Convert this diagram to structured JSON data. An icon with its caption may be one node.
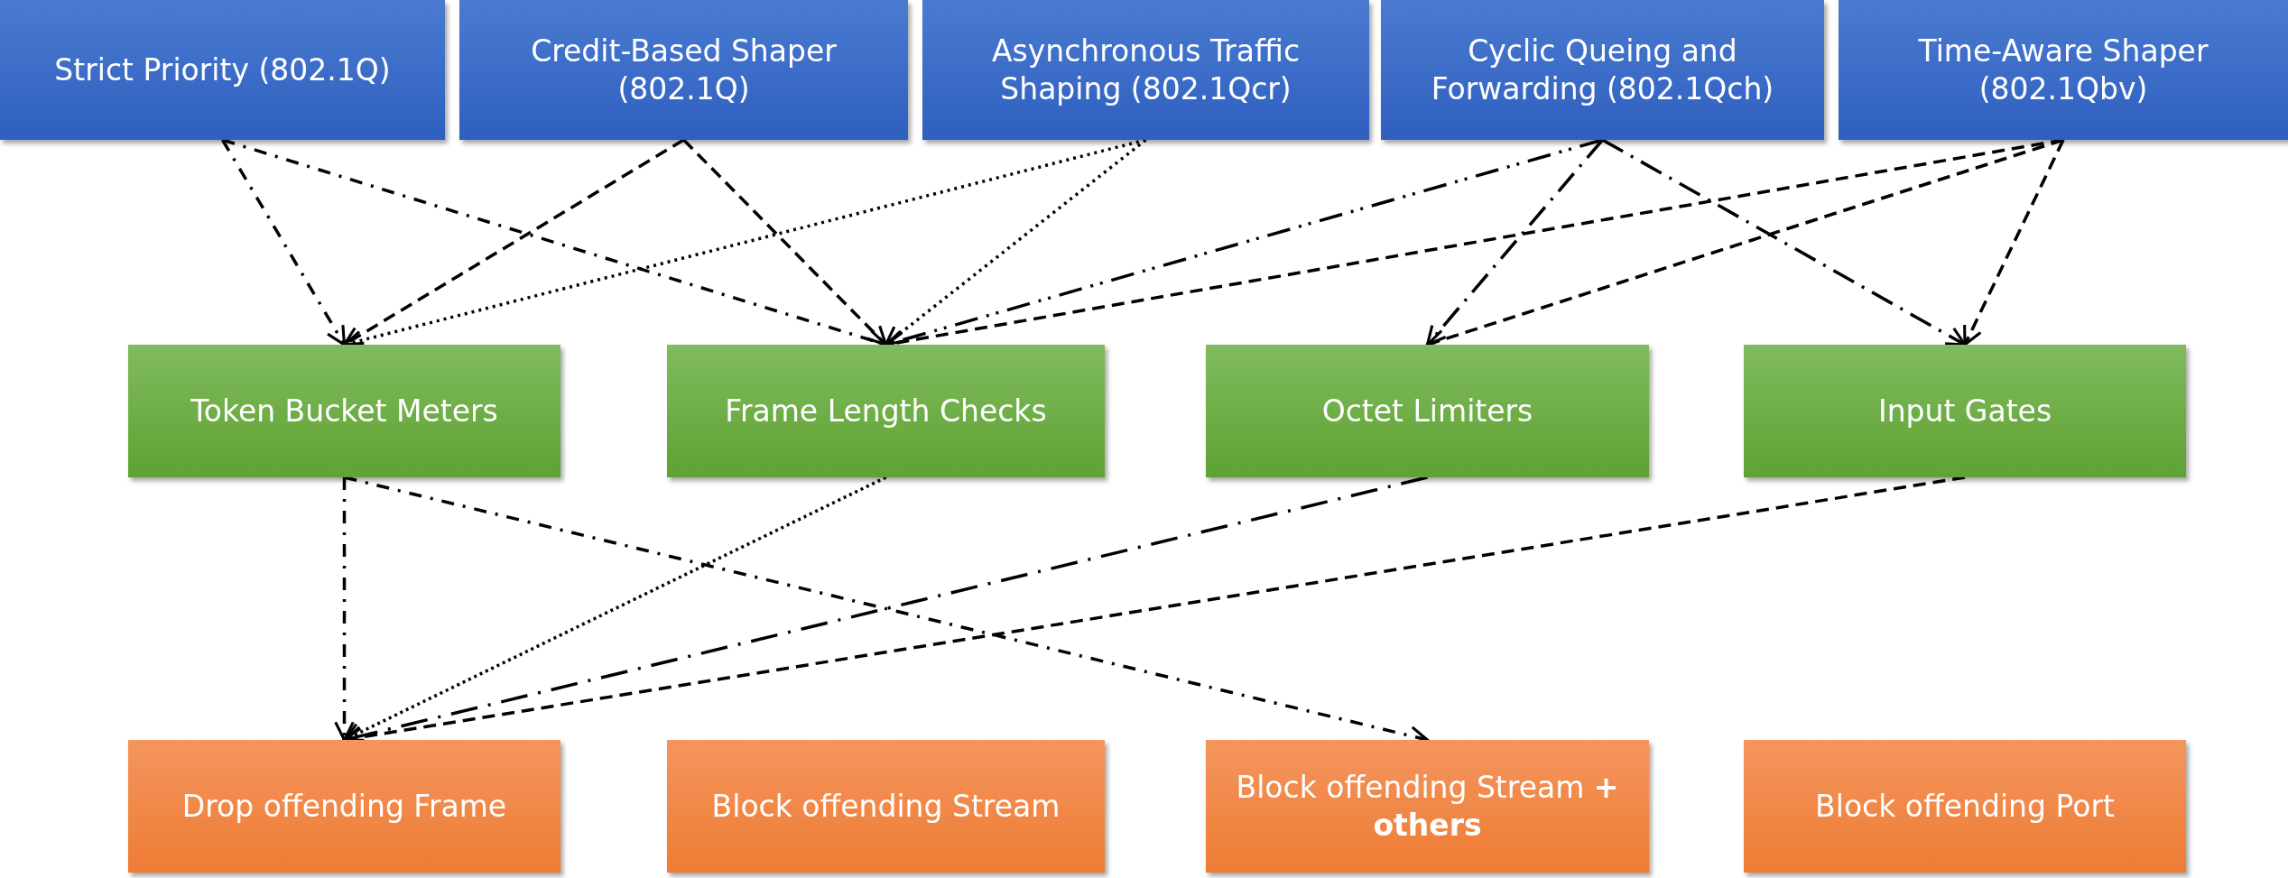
{
  "diagram": {
    "nodes": [
      {
        "text": [
          "Strict Priority (802.1Q)"
        ]
      },
      {
        "text": [
          "Credit-Based Shaper (802.1Q)"
        ]
      },
      {
        "text": [
          "Asynchronous Traffic Shaping (802.1Qcr)"
        ]
      },
      {
        "text": [
          "Cyclic Queing and Forwarding (802.1Qch)"
        ]
      },
      {
        "text": [
          "Time-Aware Shaper (802.1Qbv)"
        ]
      },
      {
        "text": [
          "Token Bucket Meters"
        ]
      },
      {
        "text": [
          "Frame Length Checks"
        ]
      },
      {
        "text": [
          "Octet Limiters"
        ]
      },
      {
        "text": [
          "Input Gates"
        ]
      },
      {
        "text": [
          "Drop offending Frame"
        ]
      },
      {
        "text": [
          "Block offending Stream"
        ]
      },
      {
        "text": [
          "Block offending Stream **+ others**"
        ]
      },
      {
        "text": [
          "Block offending Port"
        ]
      }
    ],
    "edges": [
      {
        "from": 0,
        "to": 5,
        "arrow": "to",
        "style": "dashed"
      },
      {
        "from": 0,
        "to": 6,
        "arrow": "to",
        "style": "dashed"
      },
      {
        "from": 1,
        "to": 5,
        "arrow": "to",
        "style": "dashed"
      },
      {
        "from": 1,
        "to": 6,
        "arrow": "to",
        "style": "dashed"
      },
      {
        "from": 2,
        "to": 5,
        "arrow": "to",
        "style": "dashed"
      },
      {
        "from": 2,
        "to": 6,
        "arrow": "to",
        "style": "dashed"
      },
      {
        "from": 3,
        "to": 6,
        "arrow": "to",
        "style": "dashed"
      },
      {
        "from": 3,
        "to": 7,
        "arrow": "to",
        "style": "dashed"
      },
      {
        "from": 3,
        "to": 8,
        "arrow": "to",
        "style": "dashed"
      },
      {
        "from": 4,
        "to": 6,
        "arrow": "to",
        "style": "dashed"
      },
      {
        "from": 4,
        "to": 7,
        "arrow": "to",
        "style": "dashed"
      },
      {
        "from": 4,
        "to": 8,
        "arrow": "to",
        "style": "dashed"
      },
      {
        "from": 5,
        "to": 9,
        "arrow": "to",
        "style": "dashed"
      },
      {
        "from": 5,
        "to": 11,
        "arrow": "to",
        "style": "dashed"
      },
      {
        "from": 6,
        "to": 9,
        "arrow": "to",
        "style": "dashed"
      },
      {
        "from": 7,
        "to": 9,
        "arrow": "to",
        "style": "dashed"
      },
      {
        "from": 8,
        "to": 9,
        "arrow": "to",
        "style": "dashed"
      }
    ]
  }
}
